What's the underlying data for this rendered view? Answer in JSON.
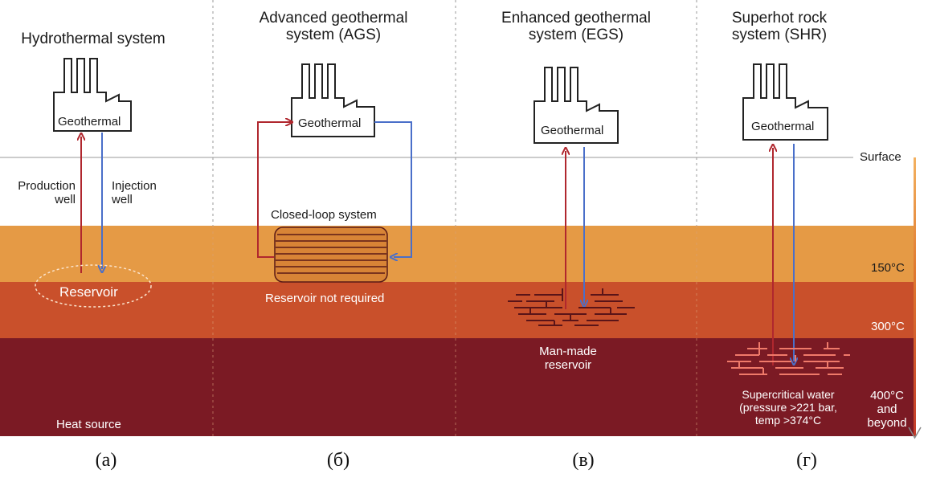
{
  "columns": {
    "a": {
      "title": "Hydrothermal system",
      "plant_label": "Geothermal",
      "production_label": "Production\nwell",
      "injection_label": "Injection\nwell",
      "reservoir_label": "Reservoir",
      "bottom_label": "Heat source"
    },
    "b": {
      "title": "Advanced geothermal\nsystem (AGS)",
      "plant_label": "Geothermal",
      "loop_label": "Closed-loop system",
      "reservoir_label": "Reservoir not required"
    },
    "c": {
      "title": "Enhanced geothermal\nsystem (EGS)",
      "plant_label": "Geothermal",
      "reservoir_label": "Man-made\nreservoir"
    },
    "d": {
      "title": "Superhot rock\nsystem (SHR)",
      "plant_label": "Geothermal",
      "reservoir_label": "Supercritical water\n(pressure >221 bar,\ntemp >374°C"
    }
  },
  "depth_scale": {
    "surface": "Surface",
    "t150": "150°C",
    "t300": "300°C",
    "t400": "400°C\nand\nbeyond"
  },
  "captions": [
    "(а)",
    "(б)",
    "(в)",
    "(г)"
  ],
  "colors": {
    "layer_150": "#e59a45",
    "layer_300": "#c9502b",
    "layer_400": "#7b1a24",
    "production_arrow": "#b0272e",
    "injection_arrow": "#4a6fc9"
  }
}
